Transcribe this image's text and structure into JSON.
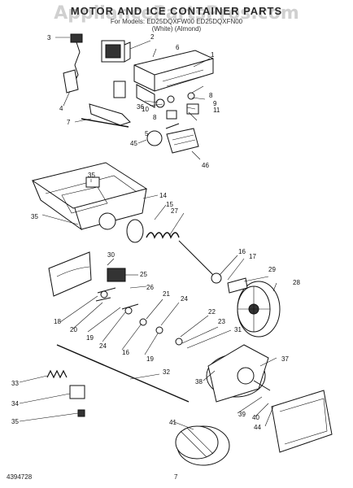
{
  "header": {
    "title": "MOTOR AND ICE CONTAINER PARTS",
    "model_line_1": "For Models: ED25DQXFW00 ED25DQXFN00",
    "model_line_1_note": "(White) (Almond)",
    "watermark": "AppliancePartsPros.com"
  },
  "footer": {
    "doc_number": "4394728",
    "page_number": "7"
  },
  "callouts": {
    "c1": "1",
    "c2": "2",
    "c3": "3",
    "c4": "4",
    "c5": "5",
    "c6": "6",
    "c7": "7",
    "c8a": "8",
    "c8b": "8",
    "c9": "9",
    "c10": "10",
    "c11": "11",
    "c14": "14",
    "c15": "15",
    "c16a": "16",
    "c16b": "16",
    "c17": "17",
    "c18": "18",
    "c19a": "19",
    "c19b": "19",
    "c20": "20",
    "c21": "21",
    "c22": "22",
    "c23": "23",
    "c24a": "24",
    "c24b": "24",
    "c25": "25",
    "c26": "26",
    "c27": "27",
    "c28": "28",
    "c29": "29",
    "c30": "30",
    "c31": "31",
    "c32": "32",
    "c33": "33",
    "c34": "34",
    "c35a": "35",
    "c35b": "35",
    "c35c": "35",
    "c36": "36",
    "c37": "37",
    "c38": "38",
    "c39": "39",
    "c40": "40",
    "c41": "41",
    "c44": "44",
    "c45": "45",
    "c46": "46"
  }
}
